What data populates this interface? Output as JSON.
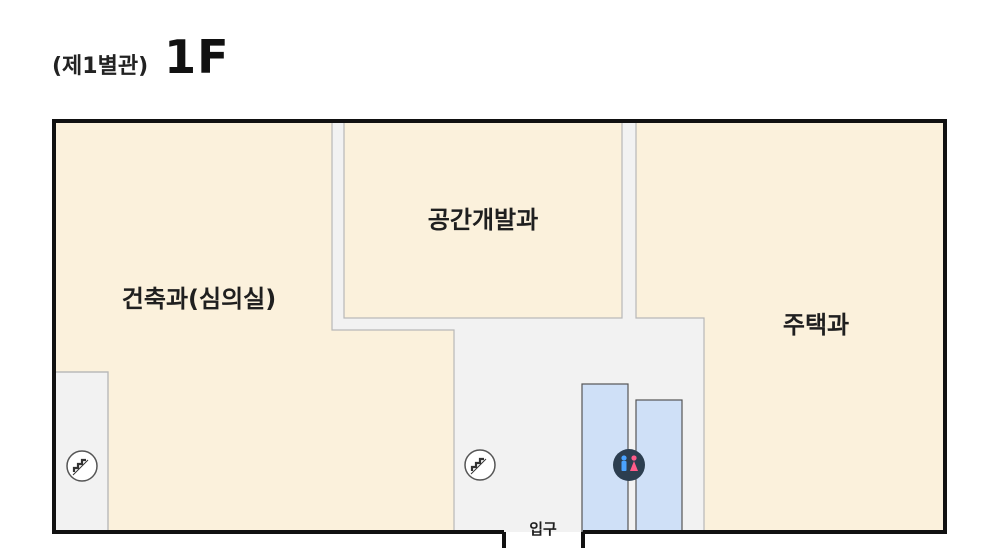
{
  "header": {
    "building": "(제1별관)",
    "floor": "1F"
  },
  "rooms": [
    {
      "id": "architecture",
      "label": "건축과(심의실)"
    },
    {
      "id": "space",
      "label": "공간개발과"
    },
    {
      "id": "housing",
      "label": "주택과"
    }
  ],
  "entrance": {
    "label": "입구"
  },
  "icons": [
    "stairs-icon",
    "stairs-icon",
    "restroom-icon"
  ],
  "colors": {
    "room": "#fbf1dc",
    "corridor": "#f2f2f2",
    "restroom": "#cfe0f7",
    "wall": "#111111",
    "inner_line": "#b8b8b8"
  }
}
